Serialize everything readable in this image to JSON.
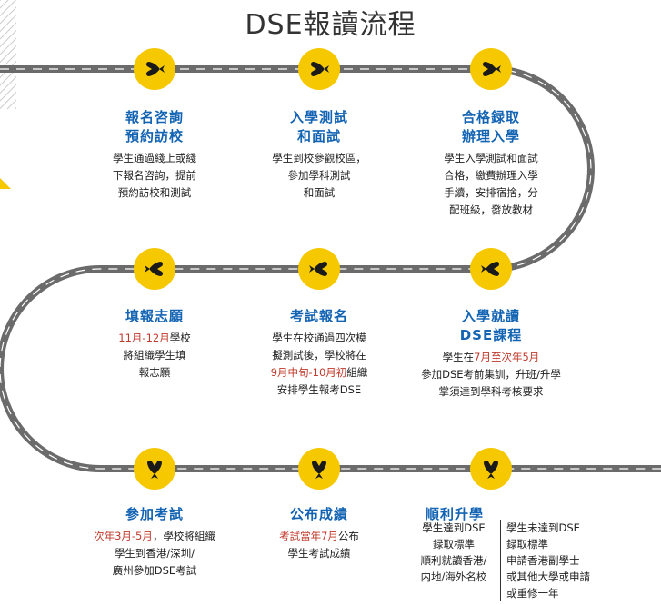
{
  "title": "DSE報讀流程",
  "steps": [
    {
      "title1": "報名咨詢",
      "title2": "預約訪校",
      "lines": [
        "學生通過綫上或綫",
        "下報名咨詢，提前",
        "預約訪校和測試"
      ]
    },
    {
      "title1": "入學測試",
      "title2": "和面試",
      "lines": [
        "學生到校參觀校區，",
        "參加學科測試",
        "和面試"
      ]
    },
    {
      "title1": "合格録取",
      "title2": "辦理入學",
      "lines": [
        "學生入學測試和面試",
        "合格，繳費辦理入學",
        "手續，安排宿捨，分",
        "配班級，發放教材"
      ]
    },
    {
      "title1": "填報志願",
      "l1_red": "11月-12月",
      "l1_rest": "學校",
      "lines": [
        "將組織學生填",
        "報志願"
      ]
    },
    {
      "title1": "考試報名",
      "lines": [
        "學生在校通過四次模",
        "擬測試後，學校將在"
      ],
      "l3_red": "9月中旬-10月初",
      "l3_rest": "組織",
      "l4": "安排學生報考DSE"
    },
    {
      "title1": "入學就讀",
      "title2": "DSE課程",
      "l1_pre": "學生在",
      "l1_red": "7月至次年5月",
      "lines": [
        "參加DSE考前集訓，升班/升學",
        "掌須達到學科考核要求"
      ]
    },
    {
      "title1": "參加考試",
      "l1_red": "次年3月-5月",
      "l1_rest": "，學校將組織",
      "lines": [
        "學生到香港/深圳/",
        "廣州參加DSE考試"
      ]
    },
    {
      "title1": "公布成績",
      "l1_red": "考試當年7月",
      "l1_rest": "公布",
      "lines": [
        "學生考試成績"
      ]
    },
    {
      "title1": "順利升學",
      "col1": [
        "學生達到DSE",
        "録取標準",
        "順利就讀香港/",
        "内地/海外名校"
      ],
      "col2": [
        "學生未達到DSE",
        "録取標準",
        "申請香港副學士",
        "或其他大學或申請",
        "或重修一年"
      ]
    }
  ],
  "colors": {
    "accent": "#f5c800",
    "title_blue": "#1464b4",
    "red": "#c0392b",
    "track": "#6b6b6b"
  }
}
